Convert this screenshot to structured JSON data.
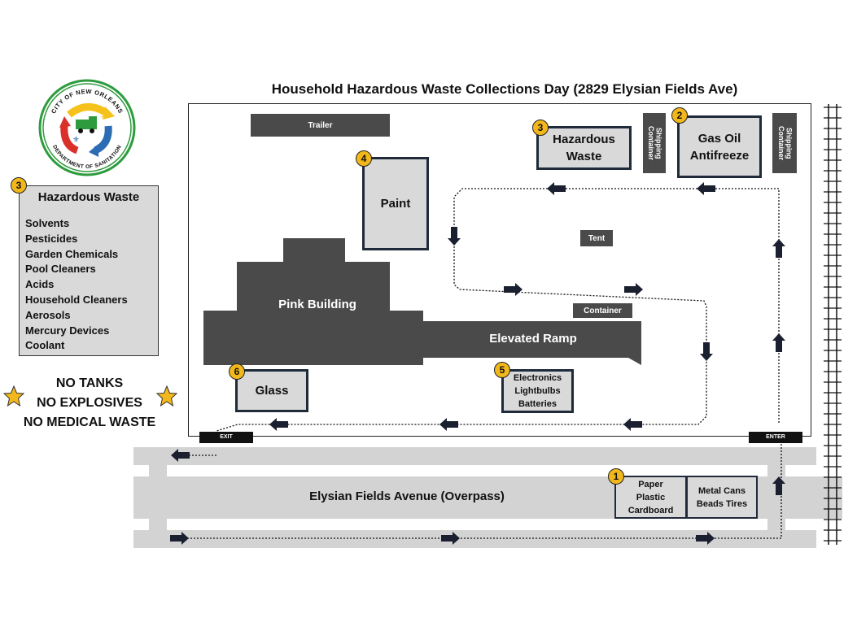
{
  "title": "Household Hazardous Waste Collections Day  (2829 Elysian Fields Ave)",
  "logo": {
    "top_text": "CITY OF NEW ORLEANS",
    "bottom_text": "DEPARTMENT OF SANITATION",
    "colors": {
      "green": "#2e9b3e",
      "yellow": "#f5c21b",
      "red": "#d9302a",
      "blue": "#2b6cb5"
    }
  },
  "legend": {
    "badge": "3",
    "title": "Hazardous Waste",
    "items": [
      "Solvents",
      "Pesticides",
      "Garden Chemicals",
      "Pool Cleaners",
      "Acids",
      "Household Cleaners",
      "Aerosols",
      "Mercury Devices",
      "Coolant"
    ]
  },
  "warnings": [
    "NO TANKS",
    "NO EXPLOSIVES",
    "NO MEDICAL WASTE"
  ],
  "site": {
    "trailer": "Trailer",
    "tent": "Tent",
    "container": "Container",
    "shipping_container": "Shipping Container",
    "pink_building": "Pink Building",
    "elevated_ramp": "Elevated Ramp",
    "exit": "EXIT",
    "enter": "ENTER"
  },
  "stations": {
    "paint": {
      "number": "4",
      "label": "Paint"
    },
    "hazardous": {
      "number": "3",
      "label": "Hazardous Waste"
    },
    "gas": {
      "number": "2",
      "label": "Gas Oil Antifreeze"
    },
    "glass": {
      "number": "6",
      "label": "Glass"
    },
    "electronics": {
      "number": "5",
      "label": "Electronics Lightbulbs Batteries"
    },
    "recycling": {
      "number": "1",
      "label_a": "Paper Plastic Cardboard",
      "label_b": "Metal Cans Beads Tires"
    }
  },
  "road": {
    "label": "Elysian Fields Avenue (Overpass)"
  },
  "colors": {
    "dark_gray": "#4a4a4a",
    "light_gray": "#d9d9d9",
    "road_gray": "#d3d3d3",
    "badge_yellow": "#f2b71a",
    "box_border": "#1f2a3a"
  }
}
